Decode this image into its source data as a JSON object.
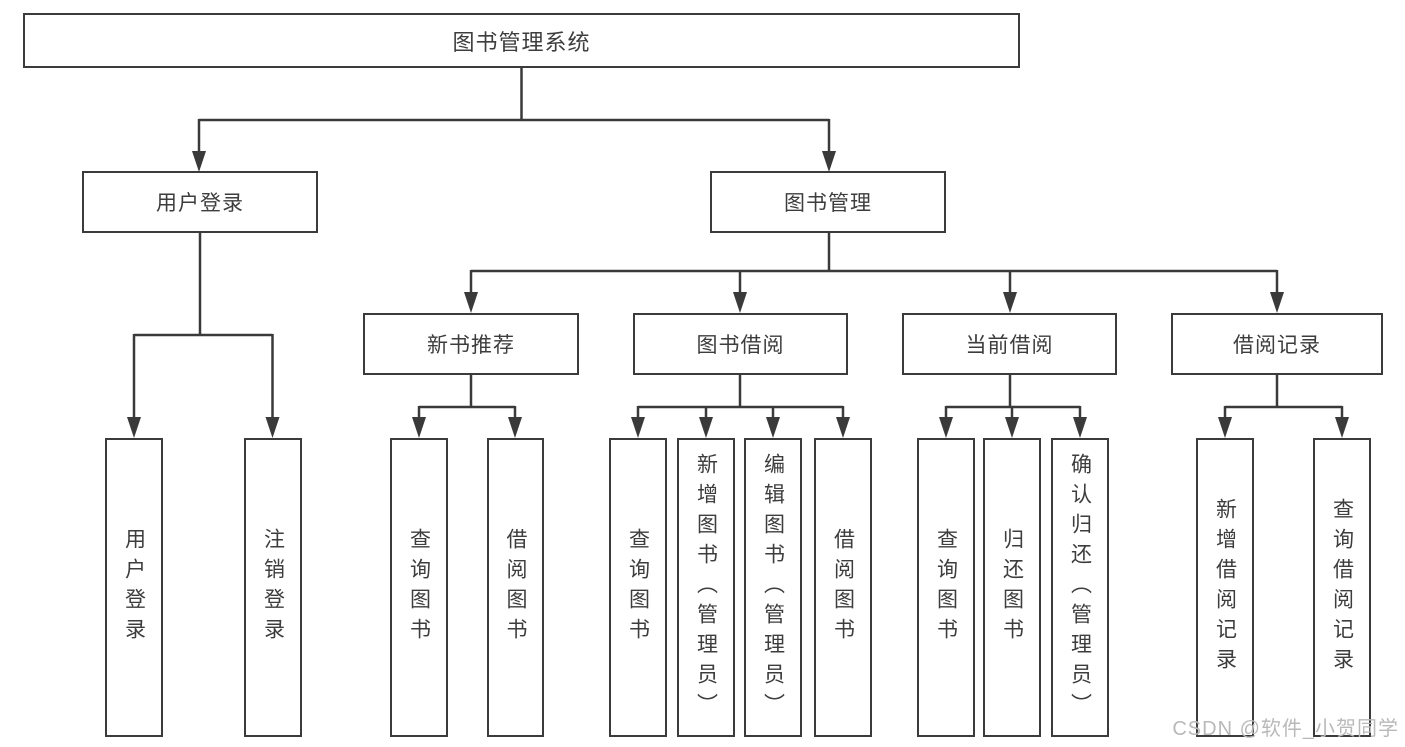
{
  "tree": {
    "root": {
      "label": "图书管理系统",
      "children": [
        {
          "label": "用户登录",
          "children": [
            {
              "label": "用户登录"
            },
            {
              "label": "注销登录"
            }
          ]
        },
        {
          "label": "图书管理",
          "children": [
            {
              "label": "新书推荐",
              "children": [
                {
                  "label": "查询图书"
                },
                {
                  "label": "借阅图书"
                }
              ]
            },
            {
              "label": "图书借阅",
              "children": [
                {
                  "label": "查询图书"
                },
                {
                  "label": "新增图书（管理员）"
                },
                {
                  "label": "编辑图书（管理员）"
                },
                {
                  "label": "借阅图书"
                }
              ]
            },
            {
              "label": "当前借阅",
              "children": [
                {
                  "label": "查询图书"
                },
                {
                  "label": "归还图书"
                },
                {
                  "label": "确认归还（管理员）"
                }
              ]
            },
            {
              "label": "借阅记录",
              "children": [
                {
                  "label": "新增借阅记录"
                },
                {
                  "label": "查询借阅记录"
                }
              ]
            }
          ]
        }
      ]
    }
  },
  "watermark": {
    "text": "CSDN @软件_小贺同学"
  },
  "colors": {
    "line": "#3a3a3a",
    "border": "#3b3b3b",
    "text": "#3d3d3d",
    "watermark": "#b9b9b9"
  }
}
